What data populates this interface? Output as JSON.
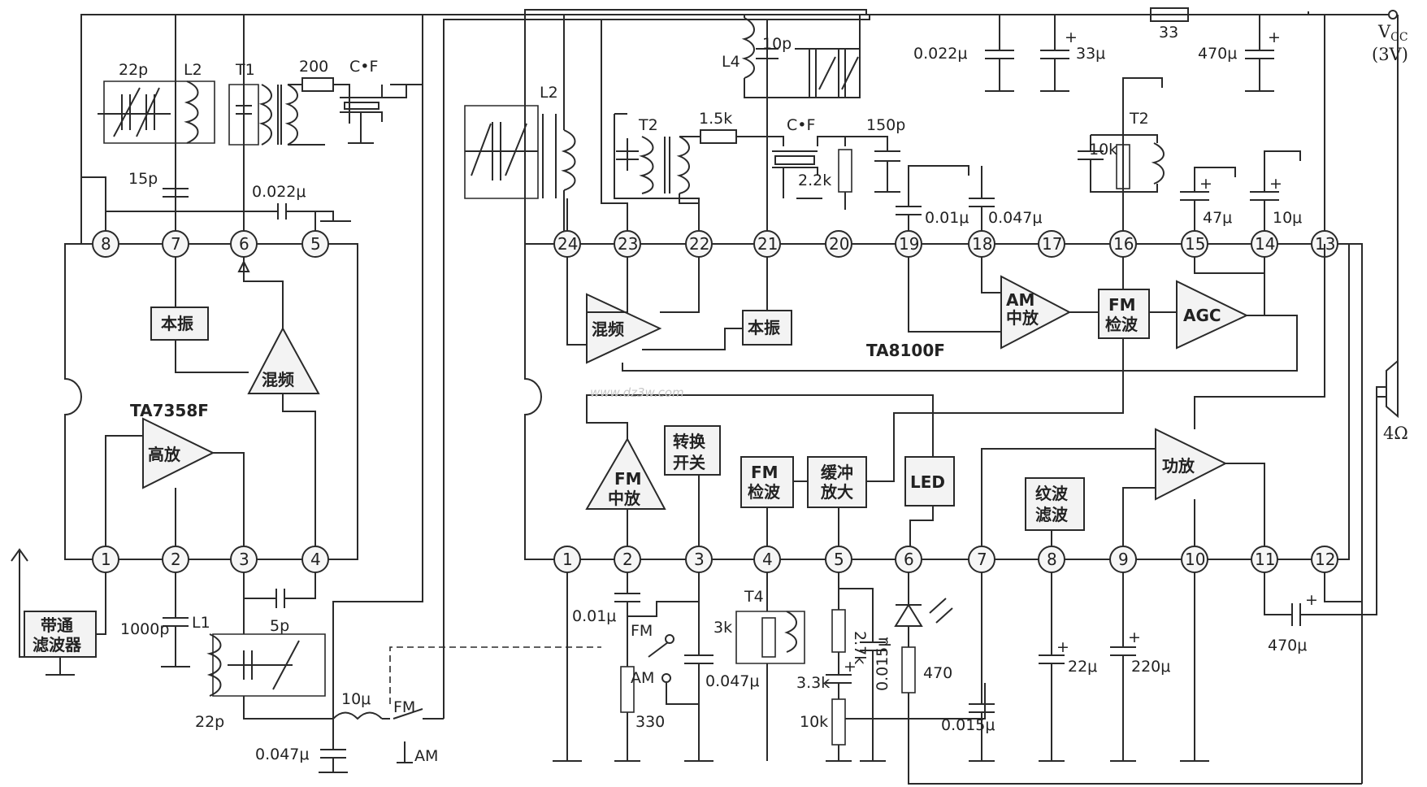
{
  "supply": {
    "vcc_label": "V",
    "vcc_sub": "CC",
    "vcc_volts": "(3V)",
    "speaker_ohms": "4Ω"
  },
  "watermark": "www.dz3w.com",
  "chip1": {
    "name": "TA7358F",
    "pins": [
      "1",
      "2",
      "3",
      "4",
      "5",
      "6",
      "7",
      "8"
    ],
    "blocks": {
      "osc": "本振",
      "mixer": "混频",
      "rf_amp": "高放"
    }
  },
  "chip2": {
    "name": "TA8100F",
    "top_pins": [
      "24",
      "23",
      "22",
      "21",
      "20",
      "19",
      "18",
      "17",
      "16",
      "15",
      "14",
      "13"
    ],
    "bottom_pins": [
      "1",
      "2",
      "3",
      "4",
      "5",
      "6",
      "7",
      "8",
      "9",
      "10",
      "11",
      "12"
    ],
    "blocks": {
      "mixer": "混频",
      "osc": "本振",
      "am_if_1": "AM",
      "am_if_2": "中放",
      "fm_det_1": "FM",
      "fm_det_2": "检波",
      "agc": "AGC",
      "fm_if_1": "FM",
      "fm_if_2": "中放",
      "switch_1": "转换",
      "switch_2": "开关",
      "fm_det2_1": "FM",
      "fm_det2_2": "检波",
      "buffer_1": "缓冲",
      "buffer_2": "放大",
      "led": "LED",
      "ripple_1": "纹波",
      "ripple_2": "滤波",
      "power_amp": "功放"
    }
  },
  "filter": {
    "line1": "带通",
    "line2": "滤波器"
  },
  "switch_labels": {
    "fm_a": "FM",
    "am_a": "AM",
    "fm_b": "FM",
    "am_b": "AM"
  },
  "components": {
    "c22p_top": "22p",
    "l2_left": "L2",
    "t1": "T1",
    "r200": "200",
    "cf_left": "C•F",
    "c15p": "15p",
    "c0022_left": "0.022μ",
    "c1000p": "1000p",
    "c5p": "5p",
    "l1": "L1",
    "c22p_bot": "22p",
    "l10u": "10μ",
    "c0047_left": "0.047μ",
    "l2_mid": "L2",
    "t2_left": "T2",
    "r1k5": "1.5k",
    "cf_mid": "C•F",
    "c150p": "150p",
    "r2k2": "2.2k",
    "l4": "L4",
    "c10p": "10p",
    "c0022_right": "0.022μ",
    "c33u": "33μ",
    "r33": "33",
    "c470u_top": "470μ",
    "c001": "0.01μ",
    "c0047_mid": "0.047μ",
    "t2_right": "T2",
    "r10k_t2": "10k",
    "c47u": "47μ",
    "c10u": "10μ",
    "c001_bot": "0.01μ",
    "r330": "330",
    "c0047_bot": "0.047μ",
    "t4": "T4",
    "r3k": "3k",
    "r2k7": "2.7k",
    "r3k3": "3.3k",
    "pot10k": "10k",
    "c0015_a": "0.015μ",
    "r470": "470",
    "c0015_b": "0.015μ",
    "c22u": "22μ",
    "c220u": "220μ",
    "c470u_out": "470μ"
  }
}
